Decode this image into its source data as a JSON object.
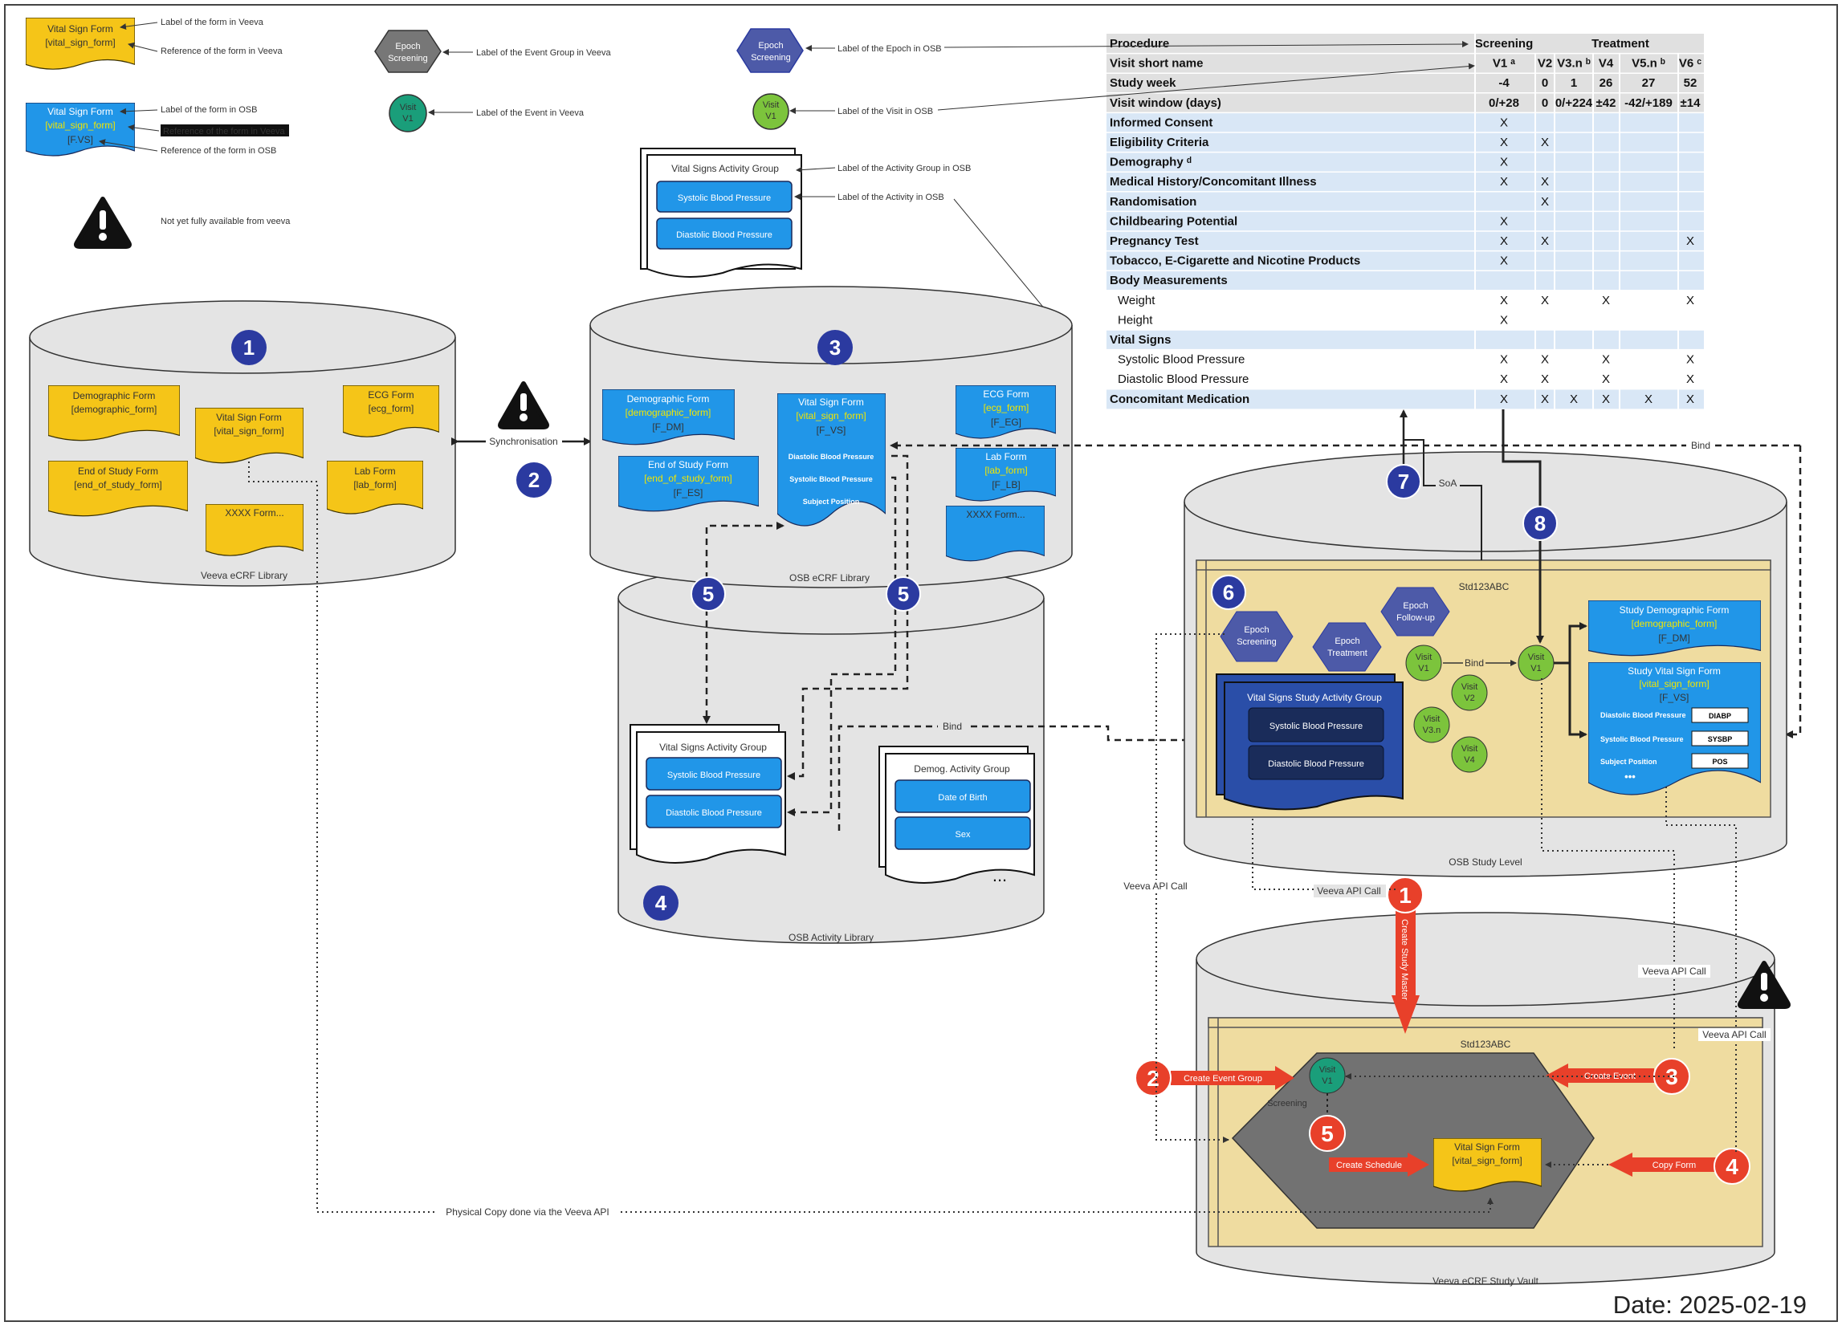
{
  "legend": {
    "veeva_form_label": "Vital Sign Form",
    "veeva_form_ref": "[vital_sign_form]",
    "veeva_form_label_desc": "Label of the form in Veeva",
    "veeva_form_ref_desc": "Reference of the form in Veeva",
    "osb_form_label": "Vital Sign Form",
    "osb_form_ref": "[vital_sign_form]",
    "osb_form_code": "[F.VS]",
    "osb_form_label_desc": "Label of the form in OSB",
    "osb_form_ref_veeva_desc": "Reference of the form in Veeva",
    "osb_form_ref_desc": "Reference of the form in OSB",
    "warning_desc": "Not yet fully available from veeva",
    "event_group_line1": "Epoch",
    "event_group_line2": "Screening",
    "event_group_desc": "Label of the Event Group in Veeva",
    "event_line1": "Visit",
    "event_line2": "V1",
    "event_desc": "Label of the Event in Veeva",
    "osb_epoch_line1": "Epoch",
    "osb_epoch_line2": "Screening",
    "osb_epoch_desc": "Label of the Epoch in OSB",
    "osb_visit_line1": "Visit",
    "osb_visit_line2": "V1",
    "osb_visit_desc": "Label of the Visit in OSB",
    "activity_group_title": "Vital Signs Activity Group",
    "activity_group_desc": "Label of the Activity Group in OSB",
    "activity1": "Systolic Blood Pressure",
    "activity2": "Diastolic Blood Pressure",
    "activity_desc": "Label of the Activity in OSB"
  },
  "veeva_library": {
    "number": "1",
    "caption": "Veeva eCRF Library",
    "forms": [
      {
        "label": "Demographic Form",
        "ref": "[demographic_form]"
      },
      {
        "label": "Vital Sign Form",
        "ref": "[vital_sign_form]"
      },
      {
        "label": "ECG Form",
        "ref": "[ecg_form]"
      },
      {
        "label": "End of Study Form",
        "ref": "[end_of_study_form]"
      },
      {
        "label": "Lab Form",
        "ref": "[lab_form]"
      },
      {
        "label": "XXXX Form...",
        "ref": ""
      }
    ]
  },
  "sync": {
    "label": "Synchronisation",
    "number": "2"
  },
  "osb_ecrf_library": {
    "number": "3",
    "caption": "OSB eCRF Library",
    "demo": {
      "label": "Demographic Form",
      "ref": "[demographic_form]",
      "code": "[F_DM]"
    },
    "eos": {
      "label": "End of Study Form",
      "ref": "[end_of_study_form]",
      "code": "[F_ES]"
    },
    "vs": {
      "label": "Vital Sign Form",
      "ref": "[vital_sign_form]",
      "code": "[F_VS]",
      "items": [
        "Diastolic Blood Pressure",
        "Systolic Blood Pressure",
        "Subject Position"
      ]
    },
    "ecg": {
      "label": "ECG Form",
      "ref": "[ecg_form]",
      "code": "[F_EG]"
    },
    "lab": {
      "label": "Lab Form",
      "ref": "[lab_form]",
      "code": "[F_LB]"
    },
    "xxxx": {
      "label": "XXXX Form..."
    }
  },
  "osb_activity_library": {
    "number": "4",
    "caption": "OSB Activity Library",
    "five": "5",
    "vs_group": {
      "title": "Vital Signs Activity Group",
      "a1": "Systolic Blood Pressure",
      "a2": "Diastolic Blood Pressure"
    },
    "demog_group": {
      "title": "Demog. Activity Group",
      "a1": "Date of Birth",
      "a2": "Sex",
      "more": "..."
    }
  },
  "bind_label": "Bind",
  "osb_study": {
    "number": "6",
    "study_name": "Std123ABC",
    "caption": "OSB Study Level",
    "soa_number": "7",
    "soa_label": "SoA",
    "bind_number": "8",
    "epochs": [
      {
        "l1": "Epoch",
        "l2": "Screening"
      },
      {
        "l1": "Epoch",
        "l2": "Treatment"
      },
      {
        "l1": "Epoch",
        "l2": "Follow-up"
      }
    ],
    "visits": [
      {
        "l1": "Visit",
        "l2": "V1"
      },
      {
        "l1": "Visit",
        "l2": "V2"
      },
      {
        "l1": "Visit",
        "l2": "V3.n"
      },
      {
        "l1": "Visit",
        "l2": "V4"
      }
    ],
    "bound_visit": {
      "l1": "Visit",
      "l2": "V1"
    },
    "activity_group": {
      "title": "Vital Signs Study Activity Group",
      "a1": "Systolic Blood Pressure",
      "a2": "Diastolic Blood Pressure"
    },
    "study_demo": {
      "label": "Study Demographic Form",
      "ref": "[demographic_form]",
      "code": "[F_DM]"
    },
    "study_vs": {
      "label": "Study Vital Sign Form",
      "ref": "[vital_sign_form]",
      "code": "[F_VS]",
      "items": [
        {
          "name": "Diastolic Blood Pressure",
          "code": "DIABP"
        },
        {
          "name": "Systolic Blood Pressure",
          "code": "SYSBP"
        },
        {
          "name": "Subject Position",
          "code": "POS"
        }
      ],
      "more": "•••"
    }
  },
  "veeva_study": {
    "caption": "Veeva eCRF Study Vault",
    "study_name": "Std123ABC",
    "screening": "Screening",
    "visit_l1": "Visit",
    "visit_l2": "V1",
    "form_label": "Vital Sign Form",
    "form_ref": "[vital_sign_form]",
    "steps": [
      {
        "num": "1",
        "label": "Create Study Master"
      },
      {
        "num": "2",
        "label": "Create Event Group"
      },
      {
        "num": "3",
        "label": "Create Event"
      },
      {
        "num": "4",
        "label": "Copy Form"
      },
      {
        "num": "5",
        "label": "Create Schedule"
      }
    ]
  },
  "api_calls": [
    "Veeva API Call",
    "Veeva API Call",
    "Veeva API Call",
    "Veeva API Call"
  ],
  "physical_copy": "Physical Copy done via the Veeva API",
  "soa_table": {
    "header1": {
      "procedure": "Procedure",
      "screening": "Screening",
      "treatment": "Treatment"
    },
    "visit_row_label": "Visit short name",
    "visits": [
      "V1 ᵃ",
      "V2",
      "V3.n ᵇ",
      "V4",
      "V5.n ᵇ",
      "V6 ᶜ"
    ],
    "week_label": "Study week",
    "weeks": [
      "-4",
      "0",
      "1",
      "26",
      "27",
      "52"
    ],
    "window_label": "Visit window (days)",
    "windows": [
      "0/+28",
      "0",
      "0/+224",
      "±42",
      "-42/+189",
      "±14"
    ],
    "rows": [
      {
        "name": "Informed Consent",
        "bold": true,
        "marks": [
          "X",
          "",
          "",
          "",
          "",
          ""
        ],
        "shade": true
      },
      {
        "name": "Eligibility Criteria",
        "bold": true,
        "marks": [
          "X",
          "X",
          "",
          "",
          "",
          ""
        ],
        "shade": true
      },
      {
        "name": "Demography ᵈ",
        "bold": true,
        "marks": [
          "X",
          "",
          "",
          "",
          "",
          ""
        ],
        "shade": true
      },
      {
        "name": "Medical History/Concomitant Illness",
        "bold": true,
        "marks": [
          "X",
          "X",
          "",
          "",
          "",
          ""
        ],
        "shade": true
      },
      {
        "name": "Randomisation",
        "bold": true,
        "marks": [
          "",
          "X",
          "",
          "",
          "",
          ""
        ],
        "shade": true
      },
      {
        "name": "Childbearing Potential",
        "bold": true,
        "marks": [
          "X",
          "",
          "",
          "",
          "",
          ""
        ],
        "shade": true
      },
      {
        "name": "Pregnancy Test",
        "bold": true,
        "marks": [
          "X",
          "X",
          "",
          "",
          "",
          "X"
        ],
        "shade": true
      },
      {
        "name": "Tobacco, E-Cigarette and Nicotine Products",
        "bold": true,
        "marks": [
          "X",
          "",
          "",
          "",
          "",
          ""
        ],
        "shade": true
      },
      {
        "name": "Body Measurements",
        "bold": true,
        "marks": [
          "",
          "",
          "",
          "",
          "",
          ""
        ],
        "shade": true
      },
      {
        "name": "Weight",
        "bold": false,
        "marks": [
          "X",
          "X",
          "",
          "X",
          "",
          "X"
        ],
        "shade": false
      },
      {
        "name": "Height",
        "bold": false,
        "marks": [
          "X",
          "",
          "",
          "",
          "",
          ""
        ],
        "shade": false
      },
      {
        "name": "Vital Signs",
        "bold": true,
        "marks": [
          "",
          "",
          "",
          "",
          "",
          ""
        ],
        "shade": true
      },
      {
        "name": "Systolic Blood Pressure",
        "bold": false,
        "marks": [
          "X",
          "X",
          "",
          "X",
          "",
          "X"
        ],
        "shade": false
      },
      {
        "name": "Diastolic Blood Pressure",
        "bold": false,
        "marks": [
          "X",
          "X",
          "",
          "X",
          "",
          "X"
        ],
        "shade": false
      },
      {
        "name": "Concomitant Medication",
        "bold": true,
        "marks": [
          "X",
          "X",
          "X",
          "X",
          "X",
          "X"
        ],
        "shade": true
      }
    ]
  },
  "date": "Date: 2025-02-19",
  "colors": {
    "veeva_form": "#f5c518",
    "osb_form": "#2196e8",
    "navy": "#2b3aa0",
    "red": "#e8402a",
    "visit_green": "#7cc43c",
    "veeva_visit": "#1a9e7a",
    "study_band": "#efdca0",
    "cylinder": "#e4e4e4",
    "soa_shade": "#d9e7f6"
  }
}
